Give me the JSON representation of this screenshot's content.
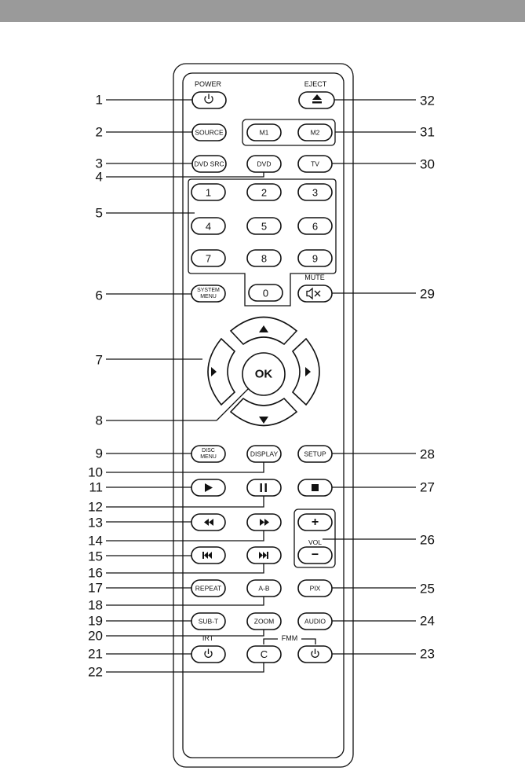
{
  "buttons": {
    "power": {
      "label": "POWER",
      "icon": "power-icon"
    },
    "eject": {
      "label": "EJECT",
      "icon": "eject-icon"
    },
    "source": "SOURCE",
    "m1": "M1",
    "m2": "M2",
    "dvd_src": "DVD SRC",
    "dvd": "DVD",
    "tv": "TV",
    "digits": [
      "1",
      "2",
      "3",
      "4",
      "5",
      "6",
      "7",
      "8",
      "9",
      "0"
    ],
    "system_menu": [
      "SYSTEM",
      "MENU"
    ],
    "mute": {
      "label": "MUTE",
      "icon": "mute-icon"
    },
    "ok": "OK",
    "disc_menu": [
      "DISC",
      "MENU"
    ],
    "display": "DISPLAY",
    "setup": "SETUP",
    "vol": "VOL",
    "vol_plus": "+",
    "vol_minus": "−",
    "repeat": "REPEAT",
    "ab": "A-B",
    "pix": "PIX",
    "subt": "SUB-T",
    "zoom": "ZOOM",
    "audio": "AUDIO",
    "irt": "IRT",
    "fmm": "FMM",
    "c": "C"
  },
  "callouts": {
    "left": [
      "1",
      "2",
      "3",
      "4",
      "5",
      "6",
      "7",
      "8",
      "9",
      "10",
      "11",
      "12",
      "13",
      "14",
      "15",
      "16",
      "17",
      "18",
      "19",
      "20",
      "21",
      "22"
    ],
    "right": [
      "32",
      "31",
      "30",
      "29",
      "28",
      "27",
      "26",
      "25",
      "24",
      "23"
    ]
  }
}
